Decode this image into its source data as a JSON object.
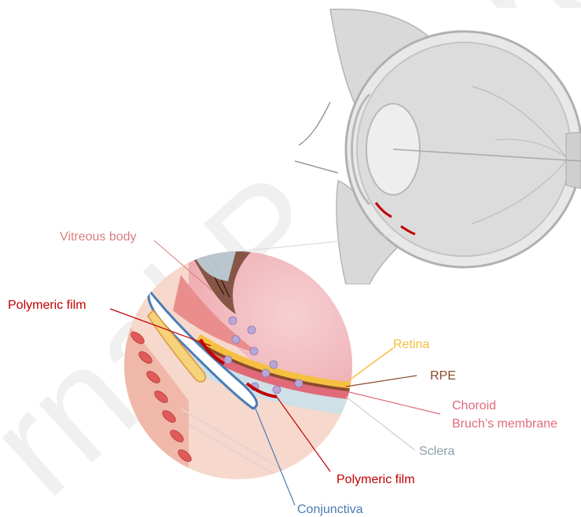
{
  "labels": {
    "vitreous_body": "Vitreous body",
    "polymeric_film_left": "Polymeric film",
    "retina": "Retina",
    "rpe": "RPE",
    "choroid": "Choroid",
    "bruchs_membrane": "Bruch’s membrane",
    "sclera": "Sclera",
    "polymeric_film_bottom": "Polymeric film",
    "conjunctiva": "Conjunctiva"
  },
  "colors": {
    "vitreous_body": "#d97f7f",
    "polymeric_film": "#c00000",
    "retina": "#f5c040",
    "rpe": "#8b4a2b",
    "choroid": "#e06a7a",
    "sclera": "#8aa1aa",
    "conjunctiva": "#4a7cb5",
    "watermark": "#e6e6e6",
    "eye_gray": "#c9c9c9"
  }
}
